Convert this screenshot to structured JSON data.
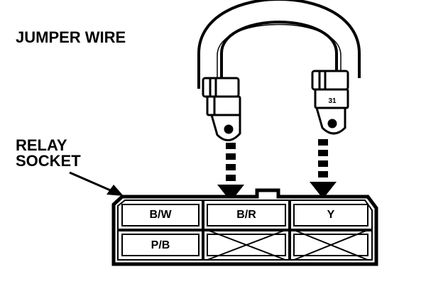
{
  "labels": {
    "jumper_wire": "JUMPER WIRE",
    "relay_socket_line1": "RELAY",
    "relay_socket_line2": "SOCKET"
  },
  "socket": {
    "top_row": [
      "B/W",
      "B/R",
      "Y"
    ],
    "bottom_row": [
      "P/B"
    ]
  },
  "connector_marking": "31",
  "colors": {
    "ink": "#000000",
    "paper": "#ffffff"
  }
}
